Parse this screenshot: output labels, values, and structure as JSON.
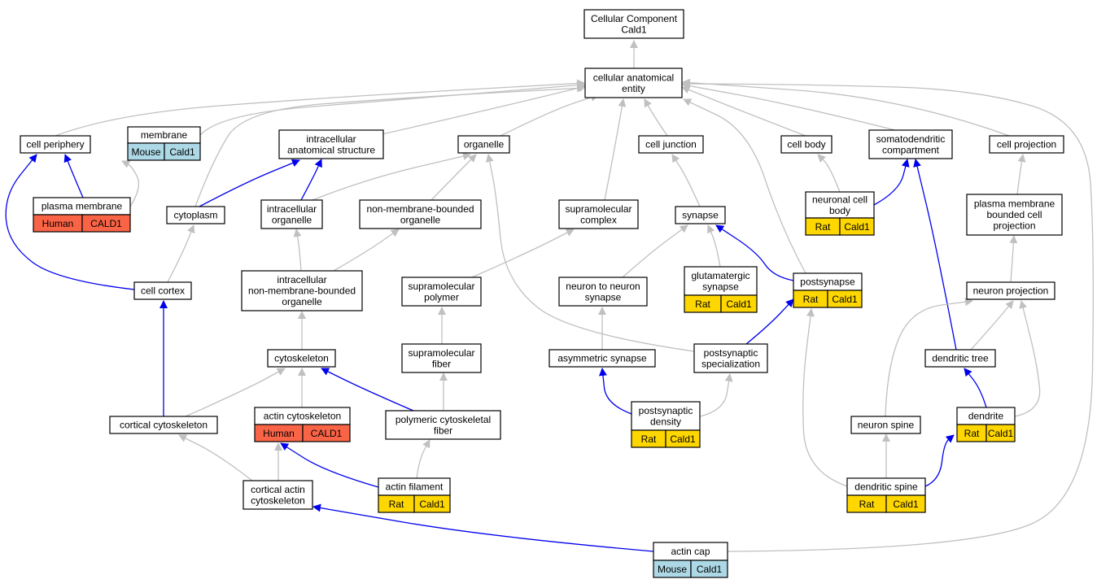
{
  "colors": {
    "is_a": "#c0c0c0",
    "part_of": "#0000ee",
    "rat": "#ffd700",
    "mouse": "#add8e6",
    "human": "#fa6446"
  },
  "nodes": [
    {
      "id": "root",
      "lines": [
        "Cellular Component",
        "Cald1"
      ]
    },
    {
      "id": "cae",
      "lines": [
        "cellular anatomical",
        "entity"
      ]
    },
    {
      "id": "membrane",
      "lines": [
        "membrane"
      ],
      "tag": {
        "species": "Mouse",
        "gene": "Cald1",
        "color": "mouse"
      }
    },
    {
      "id": "periphery",
      "lines": [
        "cell periphery"
      ]
    },
    {
      "id": "ias",
      "lines": [
        "intracellular",
        "anatomical structure"
      ]
    },
    {
      "id": "organelle",
      "lines": [
        "organelle"
      ]
    },
    {
      "id": "junction",
      "lines": [
        "cell junction"
      ]
    },
    {
      "id": "cellbody",
      "lines": [
        "cell body"
      ]
    },
    {
      "id": "somato",
      "lines": [
        "somatodendritic",
        "compartment"
      ]
    },
    {
      "id": "cellproj",
      "lines": [
        "cell projection"
      ]
    },
    {
      "id": "plasma",
      "lines": [
        "plasma membrane"
      ],
      "tag": {
        "species": "Human",
        "gene": "CALD1",
        "color": "human"
      }
    },
    {
      "id": "cytoplasm",
      "lines": [
        "cytoplasm"
      ]
    },
    {
      "id": "intraorg",
      "lines": [
        "intracellular",
        "organelle"
      ]
    },
    {
      "id": "nmbo",
      "lines": [
        "non-membrane-bounded",
        "organelle"
      ]
    },
    {
      "id": "supracomplex",
      "lines": [
        "supramolecular",
        "complex"
      ]
    },
    {
      "id": "synapse",
      "lines": [
        "synapse"
      ]
    },
    {
      "id": "ncb",
      "lines": [
        "neuronal cell",
        "body"
      ],
      "tag": {
        "species": "Rat",
        "gene": "Cald1",
        "color": "rat"
      }
    },
    {
      "id": "pmbcp",
      "lines": [
        "plasma membrane",
        "bounded cell",
        "projection"
      ]
    },
    {
      "id": "cortex",
      "lines": [
        "cell cortex"
      ]
    },
    {
      "id": "inmbo",
      "lines": [
        "intracellular",
        "non-membrane-bounded",
        "organelle"
      ]
    },
    {
      "id": "suprapoly",
      "lines": [
        "supramolecular",
        "polymer"
      ]
    },
    {
      "id": "n2n",
      "lines": [
        "neuron to neuron",
        "synapse"
      ]
    },
    {
      "id": "glut",
      "lines": [
        "glutamatergic",
        "synapse"
      ],
      "tag": {
        "species": "Rat",
        "gene": "Cald1",
        "color": "rat"
      }
    },
    {
      "id": "postsyn",
      "lines": [
        "postsynapse"
      ],
      "tag": {
        "species": "Rat",
        "gene": "Cald1",
        "color": "rat"
      }
    },
    {
      "id": "nproj",
      "lines": [
        "neuron projection"
      ]
    },
    {
      "id": "cytoskel",
      "lines": [
        "cytoskeleton"
      ]
    },
    {
      "id": "suprafiber",
      "lines": [
        "supramolecular",
        "fiber"
      ]
    },
    {
      "id": "asym",
      "lines": [
        "asymmetric synapse"
      ]
    },
    {
      "id": "pss",
      "lines": [
        "postsynaptic",
        "specialization"
      ]
    },
    {
      "id": "dtree",
      "lines": [
        "dendritic tree"
      ]
    },
    {
      "id": "actinskel",
      "lines": [
        "actin cytoskeleton"
      ],
      "tag": {
        "species": "Human",
        "gene": "CALD1",
        "color": "human"
      }
    },
    {
      "id": "corticalskel",
      "lines": [
        "cortical cytoskeleton"
      ]
    },
    {
      "id": "pcf",
      "lines": [
        "polymeric cytoskeletal",
        "fiber"
      ]
    },
    {
      "id": "psd",
      "lines": [
        "postsynaptic",
        "density"
      ],
      "tag": {
        "species": "Rat",
        "gene": "Cald1",
        "color": "rat"
      }
    },
    {
      "id": "nspine",
      "lines": [
        "neuron spine"
      ]
    },
    {
      "id": "dendrite",
      "lines": [
        "dendrite"
      ],
      "tag": {
        "species": "Rat",
        "gene": "Cald1",
        "color": "rat"
      }
    },
    {
      "id": "cactinskel",
      "lines": [
        "cortical actin",
        "cytoskeleton"
      ]
    },
    {
      "id": "afil",
      "lines": [
        "actin filament"
      ],
      "tag": {
        "species": "Rat",
        "gene": "Cald1",
        "color": "rat"
      }
    },
    {
      "id": "dspine",
      "lines": [
        "dendritic spine"
      ],
      "tag": {
        "species": "Rat",
        "gene": "Cald1",
        "color": "rat"
      }
    },
    {
      "id": "actincap",
      "lines": [
        "actin cap"
      ],
      "tag": {
        "species": "Mouse",
        "gene": "Cald1",
        "color": "mouse"
      }
    }
  ],
  "edges": [
    {
      "from": "cae",
      "to": "root",
      "type": "is_a"
    },
    {
      "from": "periphery",
      "to": "cae",
      "type": "is_a"
    },
    {
      "from": "membrane",
      "to": "cae",
      "type": "is_a"
    },
    {
      "from": "ias",
      "to": "cae",
      "type": "is_a"
    },
    {
      "from": "organelle",
      "to": "cae",
      "type": "is_a"
    },
    {
      "from": "supracomplex",
      "to": "cae",
      "type": "is_a"
    },
    {
      "from": "junction",
      "to": "cae",
      "type": "is_a"
    },
    {
      "from": "cellbody",
      "to": "cae",
      "type": "is_a"
    },
    {
      "from": "somato",
      "to": "cae",
      "type": "is_a"
    },
    {
      "from": "cellproj",
      "to": "cae",
      "type": "is_a"
    },
    {
      "from": "cytoplasm",
      "to": "cae",
      "type": "is_a"
    },
    {
      "from": "postsyn",
      "to": "cae",
      "type": "is_a"
    },
    {
      "from": "actincap",
      "to": "cae",
      "type": "is_a"
    },
    {
      "from": "plasma",
      "to": "periphery",
      "type": "part_of"
    },
    {
      "from": "plasma",
      "to": "membrane",
      "type": "is_a"
    },
    {
      "from": "cytoplasm",
      "to": "ias",
      "type": "part_of"
    },
    {
      "from": "intraorg",
      "to": "ias",
      "type": "part_of"
    },
    {
      "from": "intraorg",
      "to": "organelle",
      "type": "is_a"
    },
    {
      "from": "nmbo",
      "to": "organelle",
      "type": "is_a"
    },
    {
      "from": "pss",
      "to": "organelle",
      "type": "is_a"
    },
    {
      "from": "synapse",
      "to": "junction",
      "type": "is_a"
    },
    {
      "from": "ncb",
      "to": "cellbody",
      "type": "is_a"
    },
    {
      "from": "ncb",
      "to": "somato",
      "type": "part_of"
    },
    {
      "from": "dtree",
      "to": "somato",
      "type": "part_of"
    },
    {
      "from": "pmbcp",
      "to": "cellproj",
      "type": "is_a"
    },
    {
      "from": "cortex",
      "to": "periphery",
      "type": "part_of"
    },
    {
      "from": "cortex",
      "to": "cytoplasm",
      "type": "is_a"
    },
    {
      "from": "inmbo",
      "to": "intraorg",
      "type": "is_a"
    },
    {
      "from": "inmbo",
      "to": "nmbo",
      "type": "is_a"
    },
    {
      "from": "suprapoly",
      "to": "supracomplex",
      "type": "is_a"
    },
    {
      "from": "n2n",
      "to": "synapse",
      "type": "is_a"
    },
    {
      "from": "glut",
      "to": "synapse",
      "type": "is_a"
    },
    {
      "from": "postsyn",
      "to": "synapse",
      "type": "part_of"
    },
    {
      "from": "nproj",
      "to": "pmbcp",
      "type": "is_a"
    },
    {
      "from": "cytoskel",
      "to": "inmbo",
      "type": "is_a"
    },
    {
      "from": "suprafiber",
      "to": "suprapoly",
      "type": "is_a"
    },
    {
      "from": "asym",
      "to": "n2n",
      "type": "is_a"
    },
    {
      "from": "pss",
      "to": "postsyn",
      "type": "part_of"
    },
    {
      "from": "dtree",
      "to": "nproj",
      "type": "is_a"
    },
    {
      "from": "actinskel",
      "to": "cytoskel",
      "type": "is_a"
    },
    {
      "from": "corticalskel",
      "to": "cytoskel",
      "type": "is_a"
    },
    {
      "from": "corticalskel",
      "to": "cortex",
      "type": "part_of"
    },
    {
      "from": "pcf",
      "to": "cytoskel",
      "type": "part_of"
    },
    {
      "from": "pcf",
      "to": "suprafiber",
      "type": "is_a"
    },
    {
      "from": "psd",
      "to": "asym",
      "type": "part_of"
    },
    {
      "from": "psd",
      "to": "pss",
      "type": "is_a"
    },
    {
      "from": "nspine",
      "to": "nproj",
      "type": "is_a"
    },
    {
      "from": "dendrite",
      "to": "dtree",
      "type": "part_of"
    },
    {
      "from": "dendrite",
      "to": "nproj",
      "type": "is_a"
    },
    {
      "from": "cactinskel",
      "to": "actinskel",
      "type": "is_a"
    },
    {
      "from": "cactinskel",
      "to": "corticalskel",
      "type": "is_a"
    },
    {
      "from": "afil",
      "to": "actinskel",
      "type": "part_of"
    },
    {
      "from": "afil",
      "to": "pcf",
      "type": "is_a"
    },
    {
      "from": "dspine",
      "to": "nspine",
      "type": "is_a"
    },
    {
      "from": "dspine",
      "to": "dendrite",
      "type": "part_of"
    },
    {
      "from": "dspine",
      "to": "postsyn",
      "type": "is_a"
    },
    {
      "from": "actincap",
      "to": "cactinskel",
      "type": "part_of"
    }
  ]
}
